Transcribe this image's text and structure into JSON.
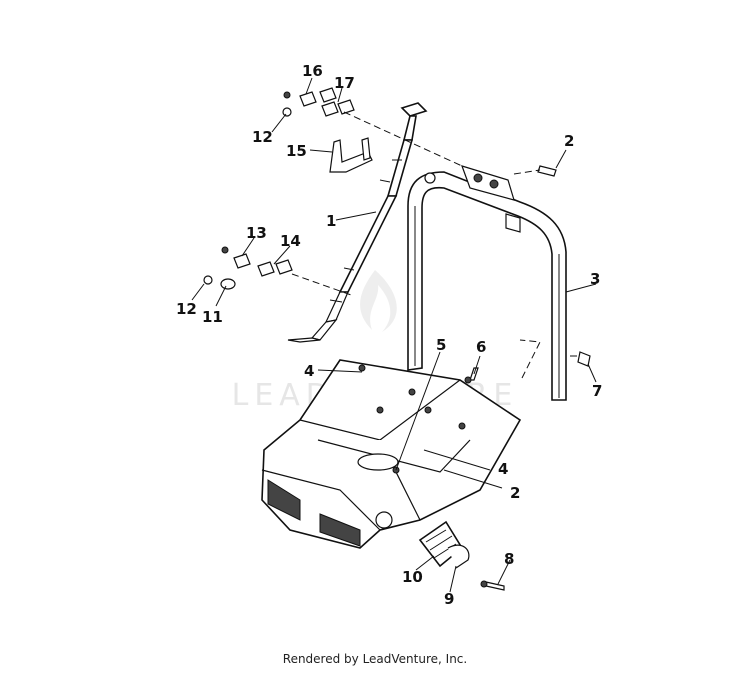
{
  "watermark": "LEADVENTURE",
  "footer": "Rendered by LeadVenture, Inc.",
  "callouts": {
    "c1": "1",
    "c2a": "2",
    "c2b": "2",
    "c3": "3",
    "c4a": "4",
    "c4b": "4",
    "c5": "5",
    "c6": "6",
    "c7": "7",
    "c8": "8",
    "c9": "9",
    "c10": "10",
    "c11": "11",
    "c12a": "12",
    "c12b": "12",
    "c13": "13",
    "c14": "14",
    "c15": "15",
    "c16": "16",
    "c17": "17"
  }
}
